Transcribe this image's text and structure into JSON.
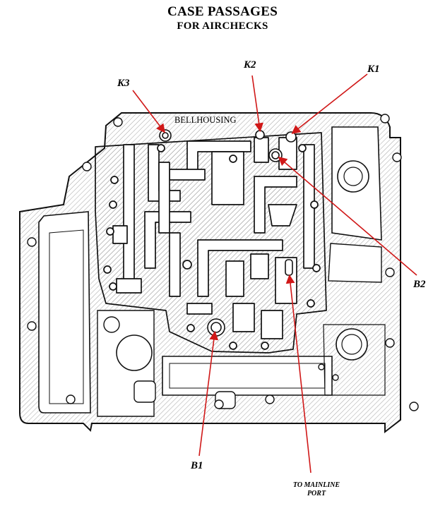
{
  "title": "CASE PASSAGES",
  "subtitle": "FOR AIRCHECKS",
  "region_label": "BELLHOUSING",
  "callouts": {
    "k1": "K1",
    "k2": "K2",
    "k3": "K3",
    "b1": "B1",
    "b2": "B2"
  },
  "port_label": {
    "line1": "TO MAINLINE",
    "line2": "PORT"
  },
  "colors": {
    "leader_line": "#d01818",
    "outline": "#111111",
    "hatch": "#9a9a9a"
  }
}
